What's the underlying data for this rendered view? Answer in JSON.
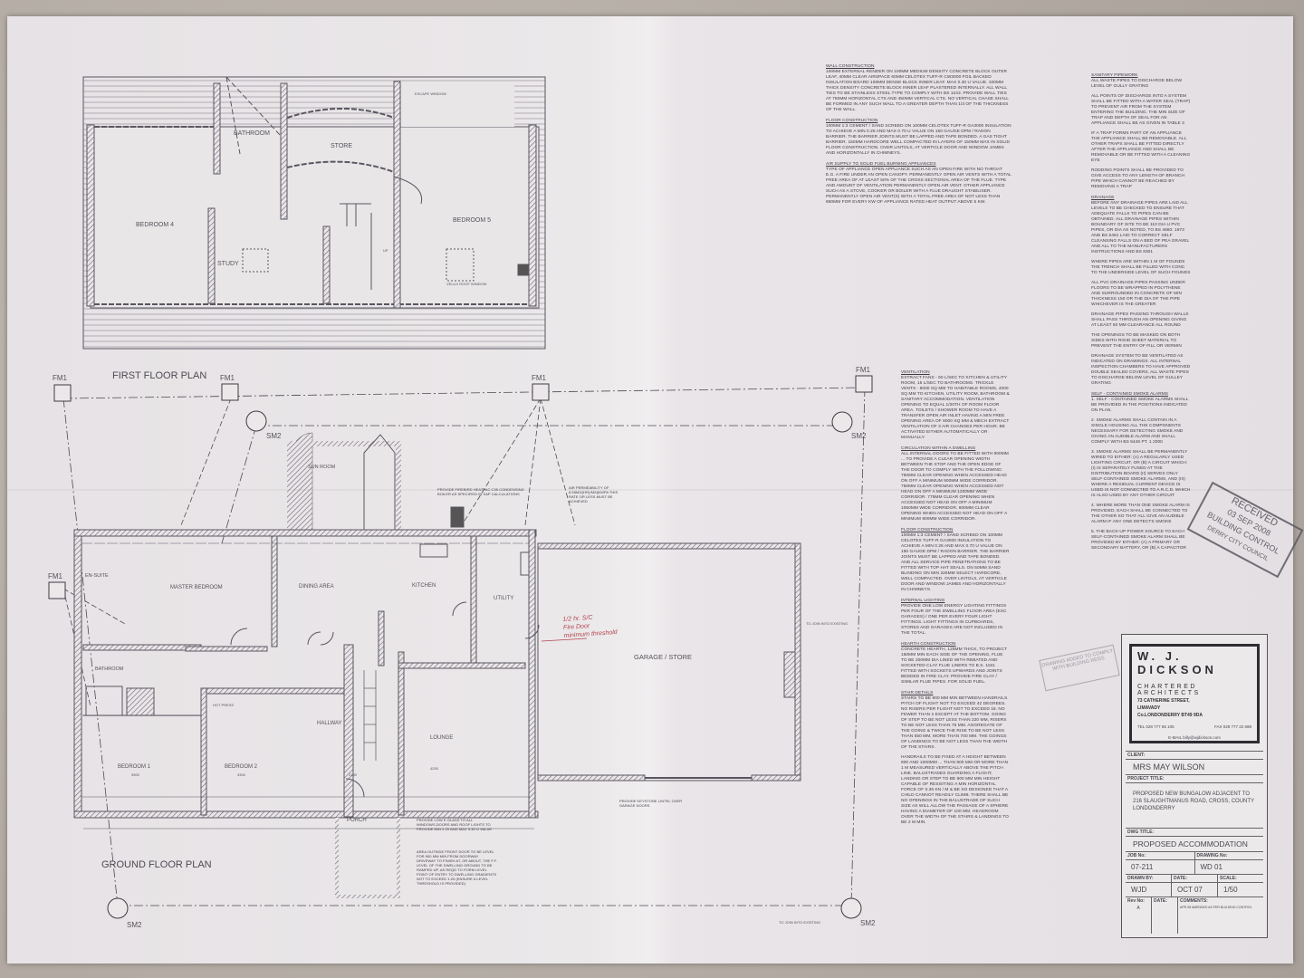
{
  "plans": {
    "first_floor": {
      "title": "FIRST FLOOR PLAN",
      "rooms": [
        "BATHROOM",
        "STORE",
        "BEDROOM 4",
        "BEDROOM 5",
        "STUDY"
      ],
      "escape_window": "ESCAPE WINDOW",
      "velux": "VELUX ROOF WINDOW",
      "up": "UP"
    },
    "ground_floor": {
      "title": "GROUND FLOOR PLAN",
      "rooms": [
        "SUN ROOM",
        "EN-SUITE",
        "MASTER BEDROOM",
        "DINING AREA",
        "KITCHEN",
        "UTILITY",
        "BATHROOM",
        "HOT PRESS",
        "HALLWAY",
        "LOUNGE",
        "BEDROOM 1",
        "BEDROOM 2",
        "PORCH",
        "GARAGE / STORE"
      ],
      "dims": [
        "3900",
        "3300",
        "2100",
        "4200"
      ],
      "callouts": {
        "boiler": "PROVIDE FIREBIRD HEATPAC C35 CONDENSING BOILER AS SPECIFIED IN SAP CALCULATIONS",
        "air": "AIR PERMEABILITY OF 6.55M3/(HR)/M2@50PA THIS RATE OR LESS MUST BE ACHIEVED",
        "lintel": "PROVIDE KEYSTONE LINTEL OVER GARAGE DOORS",
        "glass": "PROVIDE LOW E GLASS TO ALL WINDOWS,DOORS AND ROOF LIGHTS TO PROVIDE MIN 2.20 AND MAX 3.30 U VALUE",
        "front": "AREA OUTSIDE FRONT DOOR TO BE LEVEL FOR 900 MM MIN FROM DOORWAY DRIVEWAY TO FINISH AT, OR ABOUT, THE F.F. LEVEL OF THE DWELLING GROUND TO BE RAMPED UP, AS REQD TO FORM LEVEL POINT OF ENTRY TO DWELLING GRADIENTS NOT TO EXCEED 1:20 (ENSURE A LEVEL THRESHOLD IS PROVIDED)",
        "join1": "TO JOIN INTO EXISTING",
        "join2": "TO JOIN INTO EXISTING"
      }
    },
    "grid_markers": [
      "FM1",
      "FM1",
      "FM1",
      "FM1",
      "FM1",
      "SM2",
      "SM2",
      "SM2",
      "SM2"
    ]
  },
  "red_annotation": [
    "1/2 hr. S/C",
    "Fire Door",
    "minimum threshold"
  ],
  "notes": {
    "col1": [
      {
        "h": "WALL CONSTRUCTION",
        "t": "100MM EXTERNAL RENDER ON 100MM MEDIUM DENSITY CONCRETE BLOCK OUTER LEAF, 40MM CLEAR AIRSPACE 60MM CELOTEX TUFF-R CW3000 FOIL BACKED INSULATION BOARD 100MM DENSE BLOCK INNER LEAF. MAX 0.30 U VALUE. 100MM THICK DENSITY CONCRETE BLOCK INNER LEAF PLASTERED INTERNALLY. ALL WALL TIES TO BE STAINLESS STEEL TYPE TO COMPLY WITH BS 1243. PROVIDE WALL TIES AT 750MM HORIZONTAL CTS AND 450MM VERTICAL CTS. NO VERTICAL CHASE SHALL BE FORMED IN ANY SUCH WALL TO A GREATER DEPTH THAN 1/3 OF THE THICKNESS OF THE WALL."
      },
      {
        "h": "FLOOR CONSTRUCTION",
        "t": "100MM 1:3 CEMENT / SAND SCREED ON 100MM CELOTEX TUFF-R GA3000 INSULATION TO ACHIEVE A MIN 0.25 AND MAX 0.70 U VALUE ON 150 GAUGE DPM / RADON BARRIER. THE BARRIER JOINTS MUST BE LAPPED AND TAPE BONDED. A GAS TIGHT BARRIER. 150MM HARDCORE WELL COMPACTED IN LAYERS OF 150MM MAX IN SOLID FLOOR CONSTRUCTION. OVER LINTOLS, AT VERTICLE DOOR AND WINDOW JAMBS AND HORIZONTALLY IN CHIMNEYS."
      },
      {
        "h": "AIR SUPPLY TO SOLID FUEL BURNING APPLIANCES",
        "t": "TYPE OF APPLIANCE OPEN APPLIANCE SUCH AS AN OPEN FIRE WITH NO THROAT E.G. A FIRE UNDER AN OPEN CANOPY. PERMANENTLY OPEN AIR VENTS WITH A TOTAL FREE AREA OF AT LEAST 50% OF THE CROSS SECTIONAL AREA OF THE FLUE. TYPE AND AMOUNT OF VENTILATION PERMANENTLY OPEN AIR VENT. OTHER APPLIANCE SUCH AS A STOVE, COOKER OR BOILER WITH A FLUE DRAUGHT STABILISER. PERMANENTLY OPEN AIR VENT(S) WITH A TOTAL FREE AREA OF NOT LESS THAN 850MM FOR EVERY KW OF APPLIANCE RATED HEAT OUTPUT ABOVE 5 KW."
      }
    ],
    "col2": [
      {
        "h": "VENTILATION",
        "t": "EXTRACT FANS - 60 L/SEC TO KITCHEN & UTILITY ROOM, 15 L/SEC TO BATHROOMS. TRICKLE VENTS - 8000 SQ MM TO HABITABLE ROOMS, 4000 SQ MM TO KITCHEN, UTILITY ROOM, BATHROOM & SANITARY ACCOMMODATION. VENTILATION OPENING TO EQUAL 1/20TH OF ROOM FLOOR AREA. TOILETS / SHOWER ROOM TO HAVE A TRANSFER OPEN AIR INLET HAVING A MIN FREE OPENING AREA OF 8000 SQ MM & MECH EXTRACT VENTILATION OF 3 AIR CHANGES PER HOUR. BE ACTIVATED EITHER AUTOMATICALLY OR MANUALLY."
      },
      {
        "h": "CIRCULATION WITHIN A DWELLING",
        "t": "ALL INTERNAL DOORS TO BE FITTED WITH 900MM ... TO PROVIDE A CLEAR OPENING WIDTH BETWEEN THE STOP AND THE OPEN EDGE OF THE DOOR TO COMPLY WITH THE FOLLOWING: 750MM CLEAR OPENING WHEN ACCESSED HEAD ON OFF A MINIMUM 900MM WIDE CORRIDOR. 750MM CLEAR OPENING WHEN ACCESSED NOT HEAD ON OFF A MINIMUM 1200MM WIDE CORRIDOR. 775MM CLEAR OPENING WHEN ACCESSED NOT HEAD ON OFF A MINIMUM 1050MM WIDE CORRIDOR. 800MM CLEAR OPENING WHEN ACCESSED NOT HEAD ON OFF A MINIMUM 900MM WIDE CORRIDOR."
      },
      {
        "h": "FLOOR CONSTRUCTION",
        "t": "100MM 1:3 CEMENT / SAND SCREED ON 100MM CELOTEX TUFF-R GA3000 INSULATION TO ACHIEVE A MIN 0.25 AND MAX 0.70 U VALUE ON 150 GAUGE DPM / RADON BARRIER. THE BARRIER JOINTS MUST BE LAPPED AND TAPE BONDED. AND ALL SERVICE PIPE PENETRATIONS TO BE FITTED WITH TOP HAT SEALS. ON 50MM SAND BLINDING ON MIN 225MM SELECT HARDCORE, WELL COMPACTED. OVER LINTOLS, AT VERTICLE DOOR AND WINDOW JAMBS AND HORIZONTALLY IN CHIMNEYS."
      },
      {
        "h": "INTERNAL LIGHTING",
        "t": "PROVIDE ONE LOW ENERGY LIGHTING FITTINGS PER FOUR OF THE DWELLING FLOOR AREA (EXC GARAGES) / ONE PER EVERY FOUR LIGHT FITTINGS. LIGHT FITTINGS IN CUPBOARDS, STORES AND GARAGES ARE NOT INCLUDED IN THE TOTAL."
      },
      {
        "h": "HEARTH CONSTRUCTION",
        "t": "CONCRETE HEARTH, 125MM THICK, TO PROJECT 150MM MIN EACH SIDE OF THE OPENING, FLUE TO BE 200MM DIA LINED WITH REBATED AND SOCKETED CLAY FLUE LINERS TO B.S. 1181 FITTED WITH SOCKETS UPWARDS AND JOINTS BEDDED IN FIRE CLAY. PROVIDE FIRE CLAY / SIMILAR FLUE PIPES. FOR SOLID FUEL."
      },
      {
        "h": "STAIR DETAILS",
        "t": "STAIRS TO BE 900 MM MIN BETWEEN HANDRAILS. PITCH OF FLIGHT NOT TO EXCEED 42 DEGREES. NO RISERS PER FLIGHT NOT TO EXCEED 16. NO FEWER THAN 2 EXCEPT AT THE BOTTOM. GOING OF STEP TO BE NOT LESS THAN 220 MM, RISERS TO BE NOT LESS THAN 75 MM. AGGREGATE OF THE GOING & TWICE THE RISE TO BE NOT LESS THAN 550 MM, MORE THAN 700 MM. THE GOINGS OF LANDINGS TO BE NOT LESS THAN THE WIDTH OF THE STAIRS."
      },
      {
        "h": "",
        "t": "HANDRAILS TO BE FIXED AT A HEIGHT BETWEEN 900 AND 1000MM ... THAN 900 MM OR MORE THAN 1 M MEASURED VERTICALLY ABOVE THE PITCH LINE. BALUSTRADES GUARDING A FLIGHT, LANDING OR STEP TO BE 900 MM MIN HEIGHT CAPABLE OF RESISTING A MIN HORIZONTAL FORCE OF 0.36 KN / M & BE SO DESIGNED THAT A CHILD CANNOT READILY CLIMB. THERE SHALL BE NO OPENINGS IN THE BALUSTRADE OF SUCH SIZE AS WILL ALLOW THE PASSAGE OF A SPHERE HAVING A DIAMETER OF 100 MM. HEADROOM OVER THE WIDTH OF THE STAIRS & LANDINGS TO BE 2 M MIN."
      }
    ],
    "col3": [
      {
        "h": "SANITARY PIPEWORK",
        "t": "ALL WASTE PIPES TO DISCHARGE BELOW LEVEL OF GULLY GRATING"
      },
      {
        "h": "",
        "t": "ALL POINTS OF DISCHARGE INTO A SYSTEM SHALL BE FITTED WITH A WATER SEAL (TRAP) TO PREVENT AIR FROM THE SYSTEM ENTERING THE BUILDING. THE MIN SIZE OF TRAP AND DEPTH OF SEAL FOR AN APPLIANCE SHALL BE AS GIVEN IN TABLE 3"
      },
      {
        "h": "",
        "t": "IF A TRAP FORMS PART OF AN APPLIANCE THE APPLIANCE SHALL BE REMOVABLE. ALL OTHER TRAPS SHALL BE FITTED DIRECTLY AFTER THE APPLIANCE AND SHALL BE REMOVABLE OR BE FITTED WITH A CLEANING EYE"
      },
      {
        "h": "",
        "t": "RODDING POINTS SHALL BE PROVIDED TO GIVE ACCESS TO ANY LENGTH OF BRANCH PIPE WHICH CANNOT BE REACHED BY REMOVING A TRAP"
      },
      {
        "h": "DRAINAGE",
        "t": "BEFORE ANY DRAINAGE PIPES ARE LAID ALL LEVELS TO BE CHECKED TO ENSURE THAT ADEQUATE FALLS TO PIPES CAN BE OBTAINED. ALL DRAINAGE PIPES WITHIN BOUNDARY OF SITE TO BE 110 DIA U PVC PIPES, OR DIA AS NOTED, TO BS 4660: 1973 AND BS 5481 LAID TO CORRECT SELF CLEANSING FALLS ON A BED OF PEA GRAVEL AND ALL TO THE MANUFACTURERS INSTRUCTIONS AND BS 8301"
      },
      {
        "h": "",
        "t": "WHERE PIPES ARE WITHIN 1 M OF FOUNDS THE TRENCH SHALL BE FILLED WITH CONC TO THE UNDERSIDE LEVEL OF SUCH FOUNDS"
      },
      {
        "h": "",
        "t": "ALL PVC DRAINAGE PIPES PASSING UNDER FLOORS TO BE WRAPPED IN POLYTHENE AND SURROUNDED IN CONCRETE OF MIN THICKNESS 150 OR THE DIA OF THE PIPE WHICHEVER IS THE GREATER"
      },
      {
        "h": "",
        "t": "DRAINAGE PIPES PASSING THROUGH WALLS SHALL PASS THROUGH AN OPENING GIVING AT LEAST 50 MM CLEARANCE ALL ROUND"
      },
      {
        "h": "",
        "t": "THE OPENINGS TO BE MASKED ON BOTH SIDES WITH RIGID SHEET MATERIAL TO PREVENT THE ENTRY OF FILL OR VERMIN"
      },
      {
        "h": "",
        "t": "DRAINAGE SYSTEM TO BE VENTILATED AS INDICATED ON DRAWINGS. ALL INTERNAL INSPECTION CHAMBERS TO HAVE APPROVED DOUBLE SEALED COVERS. ALL WASTE PIPES TO DISCHARGE BELOW LEVEL OF GULLEY GRATING"
      },
      {
        "h": "SELF - CONTAINED SMOKE ALARMS",
        "t": "1. SELF - CONTAINED SMOKE ALARMS SHALL BE PROVIDED IN THE POSITIONS INDICATED ON PLAN."
      },
      {
        "h": "",
        "t": "2. SMOKE ALARMS SHALL CONTAIN IN A SINGLE HOUSING ALL THE COMPONENTS NECESSARY FOR DETECTING SMOKE AND GIVING AN AUDIBLE ALARM AND SHALL COMPLY WITH BS 5446 PT. 1 2000"
      },
      {
        "h": "",
        "t": "3. SMOKE ALARMS SHALL BE PERMANENTLY WIRED TO EITHER: (A) A REGULARLY USED LIGHTING CIRCUIT, OR (B) A CIRCUIT WHICH: (I) IS SEPARATELY FUSED AT THE DISTRIBUTION BOARD (II) SERVES ONLY SELF-CONTAINED SMOKE ALARMS, AND (III) WHERE A RESIDUAL CURRENT DEVICE IS USED IS NOT CONNECTED TO A R.C.D. WHICH IS ALSO USED BY ANY OTHER CIRCUIT"
      },
      {
        "h": "",
        "t": "4. WHERE MORE THAN ONE SMOKE ALARM IS PROVIDED, EACH SHALL BE CONNECTED TO THE OTHER SO THAT ALL GIVE AN AUDIBLE ALARM IF ANY ONE DETECTS SMOKE"
      },
      {
        "h": "",
        "t": "5. THE BACK-UP POWER SOURCE TO EACH SELF-CONTAINED SMOKE ALARM SHALL BE PROVIDED BY EITHER: (A) A PRIMARY OR SECONDARY BATTERY, OR (B) A CAPACITOR"
      }
    ]
  },
  "stamp": {
    "line1": "RECEIVED",
    "line2": "03 SEP 2008",
    "line3": "BUILDING CONTROL",
    "line4": "DERRY CITY COUNCIL"
  },
  "stamp2": "DRAWING ADDED TO COMPLY WITH BUILDING REGS",
  "title_block": {
    "firm": "W. J. DICKSON",
    "subtitle": "CHARTERED ARCHITECTS",
    "address1": "73 CATHERINE STREET,",
    "address2": "LIMAVADY",
    "address3": "Co.LONDONDERRY   BT49 9DA",
    "tel": "TEL 028 777 65 105",
    "fax": "FAX 028 777 22 698",
    "email": "E-MAIL  billy@wjdickson.com",
    "client_label": "CLIENT:",
    "client": "MRS MAY WILSON",
    "project_label": "PROJECT TITLE:",
    "project": "PROPOSED NEW BUNGALOW ADJACENT TO 216 SLAUGHTMANUS ROAD, CROSS, COUNTY LONDONDERRY",
    "dwg_label": "DWG TITLE:",
    "dwg": "PROPOSED ACCOMMODATION",
    "job_label": "JOB No:",
    "job": "07-211",
    "drawing_label": "DRAWING No:",
    "drawing": "WD 01",
    "drawn_label": "DRAWN BY:",
    "drawn": "WJD",
    "date_label": "DATE:",
    "date": "OCT 07",
    "scale_label": "SCALE:",
    "scale": "1/50",
    "rev_label": "Rev No:",
    "revdate_label": "DATE:",
    "comments_label": "COMMENTS:",
    "rev": "A",
    "rev_comment": "APR 08  AMENDED AS PER BUILDING CONTROL"
  }
}
